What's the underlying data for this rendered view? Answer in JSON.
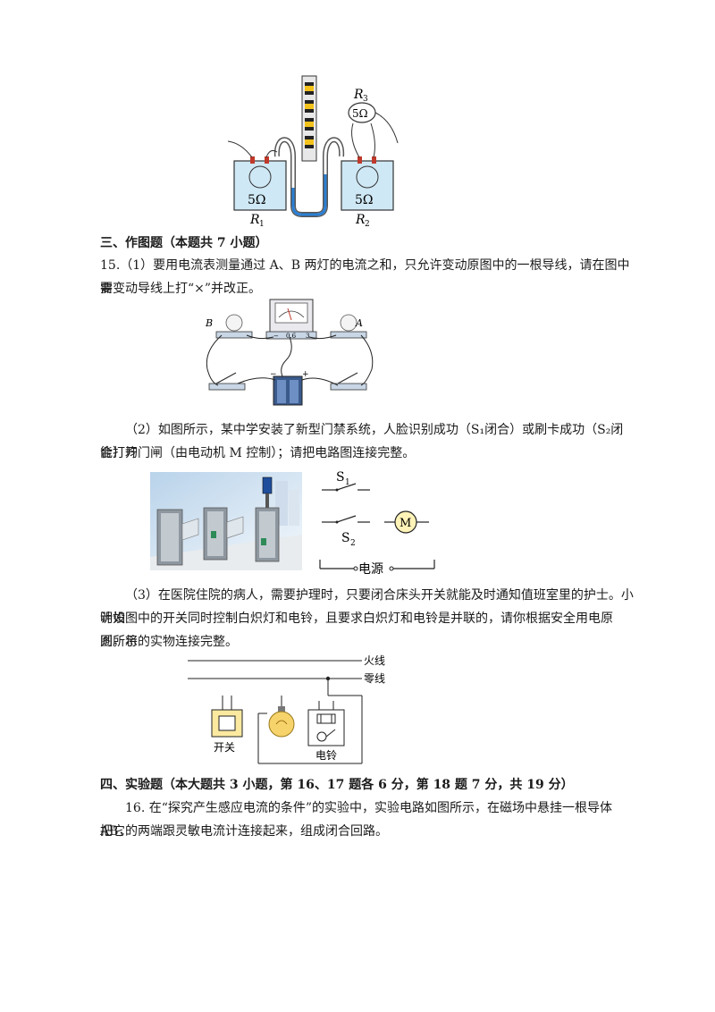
{
  "fig_top": {
    "r3_label": "R",
    "r3_sub": "3",
    "r3_value": "5Ω",
    "left_value": "5Ω",
    "right_value": "5Ω",
    "r1_label": "R",
    "r1_sub": "1",
    "r2_label": "R",
    "r2_sub": "2"
  },
  "section3": {
    "heading": "三、作图题（本题共 7 小题）"
  },
  "q15": {
    "part1_line1": "15.（1）要用电流表测量通过 A、B 两灯的电流之和，只允许变动原图中的一根导线，请在图中需",
    "part1_line2": "要变动导线上打“×”并改正。",
    "fig1": {
      "lamp_b": "B",
      "lamp_a": "A",
      "meter_minus": "−",
      "meter_06": "0.6",
      "meter_3": "3",
      "battery_minus": "−",
      "battery_plus": "+"
    },
    "part2_line1": "（2）如图所示，某中学安装了新型门禁系统，人脸识别成功（S₁闭合）或刷卡成功（S₂闭合）均",
    "part2_line2": "能打开门闸（由电动机 M 控制）；请把电路图连接完整。",
    "fig2": {
      "s1": "S",
      "s1_sub": "1",
      "s2": "S",
      "s2_sub": "2",
      "motor": "M",
      "power": "电源"
    },
    "part3_line1": "（3）在医院住院的病人，需要护理时，只要闭合床头开关就能及时通知值班室里的护士。小明设",
    "part3_line2": "计如图中的开关同时控制白炽灯和电铃，且要求白炽灯和电铃是并联的，请你根据安全用电原则，将",
    "part3_line3": "图所示的实物连接完整。",
    "fig3": {
      "live": "火线",
      "neutral": "零线",
      "switch": "开关",
      "bell": "电铃"
    }
  },
  "section4": {
    "heading": "四、实验题（本大题共 3 小题，第 16、17 题各 6 分，第 18 题 7 分，共 19 分）"
  },
  "q16": {
    "line1": "16. 在“探究产生感应电流的条件”的实验中，实验电路如图所示，在磁场中悬挂一根导体 AB，",
    "line2": "把它的两端跟灵敏电流计连接起来，组成闭合回路。"
  }
}
